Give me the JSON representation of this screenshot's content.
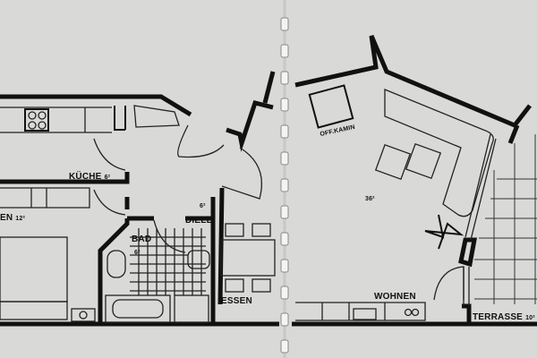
{
  "rooms": {
    "kitchen": {
      "name": "KÜCHE",
      "area": "6²"
    },
    "bedroom": {
      "name": "EN",
      "area": "12²"
    },
    "bath": {
      "name": "BAD",
      "area": "6²"
    },
    "hall": {
      "name": "DIELE",
      "area": "6²"
    },
    "dining": {
      "name": "ESSEN"
    },
    "fireplace": {
      "name": "OFF.KAMIN"
    },
    "living": {
      "name": "WOHNEN",
      "area": "36²"
    },
    "terrace": {
      "name": "TERRASSE",
      "area": "10²"
    }
  },
  "colors": {
    "paper": "#d9d9d7",
    "ink": "#111111"
  }
}
